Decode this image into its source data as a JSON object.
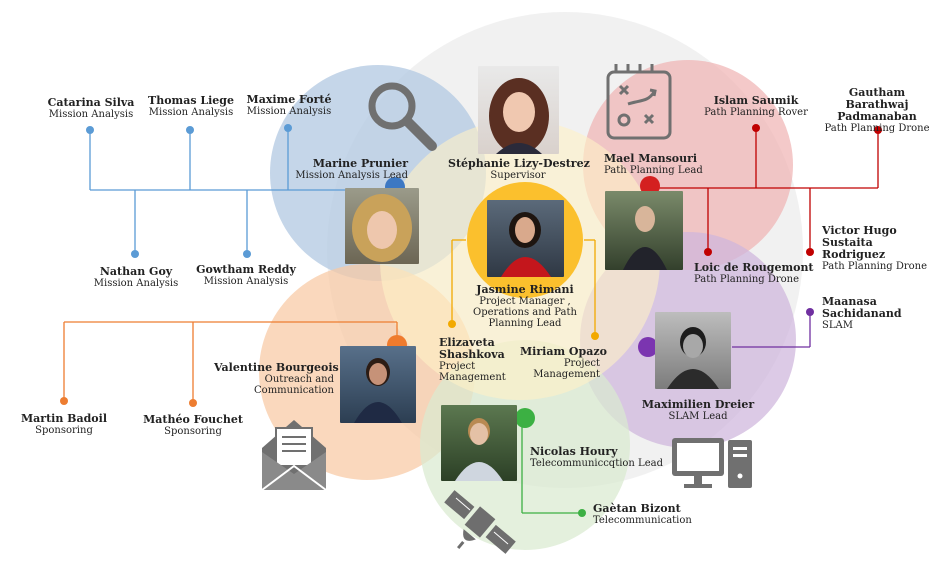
{
  "colors": {
    "mission": "#5b9bd5",
    "planning": "#c00000",
    "outreach": "#ed7d31",
    "management": "#f2a900",
    "slam": "#7030a0",
    "telecom": "#3cb043",
    "supervisor": "#bbbbbb"
  },
  "icons": [
    "magnifier-icon",
    "strategy-board-icon",
    "envelope-icon",
    "satellite-icon",
    "desktop-computer-icon"
  ],
  "people": {
    "catarina": {
      "name": "Catarina Silva",
      "role": "Mission Analysis"
    },
    "thomas": {
      "name": "Thomas Liege",
      "role": "Mission Analysis"
    },
    "maxime": {
      "name": "Maxime Forté",
      "role": "Mission Analysis"
    },
    "marine": {
      "name": "Marine Prunier",
      "role": "Mission Analysis Lead"
    },
    "nathan": {
      "name": "Nathan Goy",
      "role": "Mission Analysis"
    },
    "gowtham": {
      "name": "Gowtham Reddy",
      "role": "Mission Analysis"
    },
    "stephanie": {
      "name": "Stéphanie Lizy-Destrez",
      "role": "Supervisor"
    },
    "jasmine": {
      "name": "Jasmine Rimani",
      "role": "Project Manager , Operations and Path Planning Lead"
    },
    "mael": {
      "name": "Mael Mansouri",
      "role": "Path Planning Lead"
    },
    "islam": {
      "name": "Islam Saumik",
      "role": "Path Planning Rover"
    },
    "gautham": {
      "name": "Gautham Barathwaj Padmanaban",
      "role": "Path Planning Drone"
    },
    "loic": {
      "name": "Loic de Rougemont",
      "role": "Path Planning Drone"
    },
    "victor": {
      "name": "Victor Hugo Sustaita Rodriguez",
      "role": "Path Planning Drone"
    },
    "maanasa": {
      "name": "Maanasa Sachidanand",
      "role": "SLAM"
    },
    "maximilien": {
      "name": "Maximilien Dreier",
      "role": "SLAM Lead"
    },
    "elizaveta": {
      "name": "Elizaveta Shashkova",
      "role": "Project Management"
    },
    "miriam": {
      "name": "Miriam Opazo",
      "role": "Project Management"
    },
    "valentine": {
      "name": "Valentine Bourgeois",
      "role": "Outreach and Communication"
    },
    "martin": {
      "name": "Martin Badoil",
      "role": "Sponsoring"
    },
    "matheo": {
      "name": "Mathéo Fouchet",
      "role": "Sponsoring"
    },
    "nicolas": {
      "name": "Nicolas Houry",
      "role": "Telecommuniccqtion Lead"
    },
    "gaetan": {
      "name": "Gaètan Bizont",
      "role": "Telecommunication"
    }
  }
}
